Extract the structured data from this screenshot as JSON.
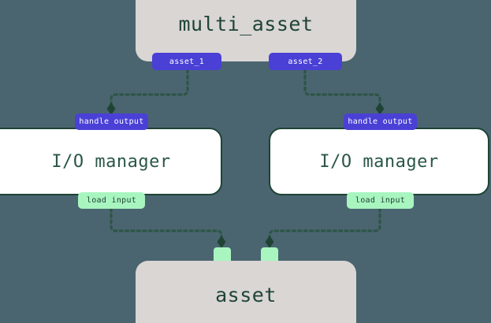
{
  "diagram": {
    "type": "dagster-asset-io-manager-flow",
    "background_color": "#4a6570",
    "nodes": {
      "multi_asset": {
        "label": "multi_asset",
        "fill": "#d9d6d4",
        "text_color": "#1f4435"
      },
      "io_manager_left": {
        "label": "I/O manager",
        "fill": "#ffffff",
        "border_color": "#1f4435"
      },
      "io_manager_right": {
        "label": "I/O manager",
        "fill": "#ffffff",
        "border_color": "#1f4435"
      },
      "asset": {
        "label": "asset",
        "fill": "#d9d6d4",
        "text_color": "#1f4435"
      }
    },
    "badges": {
      "asset_1": {
        "label": "asset_1",
        "fill": "#4a40d6",
        "text_color": "#ffffff"
      },
      "asset_2": {
        "label": "asset_2",
        "fill": "#4a40d6",
        "text_color": "#ffffff"
      },
      "handle_output_left": {
        "label": "handle output",
        "fill": "#4a40d6",
        "text_color": "#ffffff"
      },
      "handle_output_right": {
        "label": "handle output",
        "fill": "#4a40d6",
        "text_color": "#ffffff"
      },
      "load_input_left": {
        "label": "load input",
        "fill": "#a8f5c0",
        "text_color": "#1f4435"
      },
      "load_input_right": {
        "label": "load input",
        "fill": "#a8f5c0",
        "text_color": "#1f4435"
      }
    },
    "handles": {
      "asset_handle_left": {
        "label": "",
        "fill": "#a8f5c0"
      },
      "asset_handle_right": {
        "label": "",
        "fill": "#a8f5c0"
      }
    },
    "edges": [
      {
        "from": "asset_1",
        "to": "handle_output_left",
        "style": "dotted",
        "arrow": "diamond"
      },
      {
        "from": "asset_2",
        "to": "handle_output_right",
        "style": "dotted",
        "arrow": "diamond"
      },
      {
        "from": "load_input_left",
        "to": "asset_handle_left",
        "style": "dotted",
        "arrow": "diamond"
      },
      {
        "from": "load_input_right",
        "to": "asset_handle_right",
        "style": "dotted",
        "arrow": "diamond"
      }
    ],
    "edge_color": "#2d5546"
  }
}
